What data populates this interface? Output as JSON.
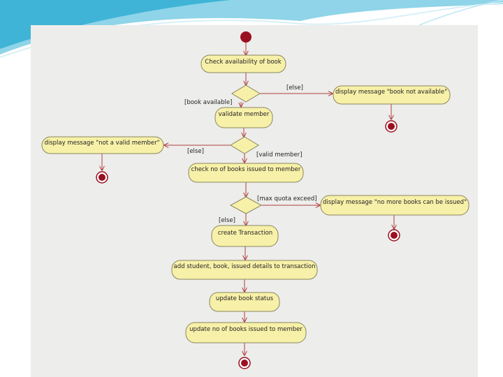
{
  "diagram": {
    "actions": {
      "check_availability": "Check availability of book",
      "validate_member": "validate member",
      "msg_not_available": "display message  \"book not available\"",
      "msg_not_valid": "display message  \"not a valid member\"",
      "check_books_issued": "check no of books issued to member",
      "msg_no_more_books": "display message  \"no more books can be issued\"",
      "create_transaction": "create Transaction",
      "add_details": "add student, book, issued details to transaction",
      "update_status": "update book status",
      "update_count": "update no of books issued to member"
    },
    "guards": {
      "else_1": "[else]",
      "book_available": "[book available]",
      "else_2": "[else]",
      "valid_member": "[valid member]",
      "max_quota": "[max quota exceed]",
      "else_3": "[else]"
    }
  },
  "colors": {
    "action_fill": "#f7f0a8",
    "flow_line": "#b04040",
    "node_dark": "#9b1020",
    "panel_bg": "#ededeb",
    "slide_accent": "#3fb4d6"
  }
}
